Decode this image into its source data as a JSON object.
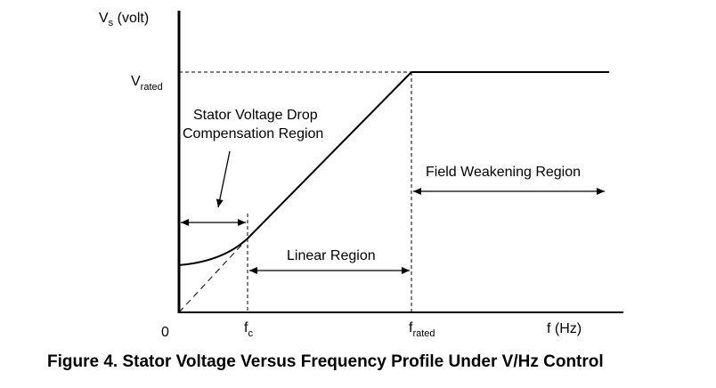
{
  "y_axis": {
    "label_main": "V",
    "label_sub": "s",
    "label_unit": " (volt)",
    "rated_main": "V",
    "rated_sub": "rated"
  },
  "x_axis": {
    "origin": "0",
    "fc_main": "f",
    "fc_sub": "c",
    "frated_main": "f",
    "frated_sub": "rated",
    "unit_label": "f (Hz)"
  },
  "regions": {
    "compensation_line1": "Stator Voltage Drop",
    "compensation_line2": "Compensation Region",
    "linear": "Linear Region",
    "field_weakening": "Field Weakening Region"
  },
  "caption": "Figure 4. Stator Voltage Versus Frequency Profile Under V/Hz Control"
}
